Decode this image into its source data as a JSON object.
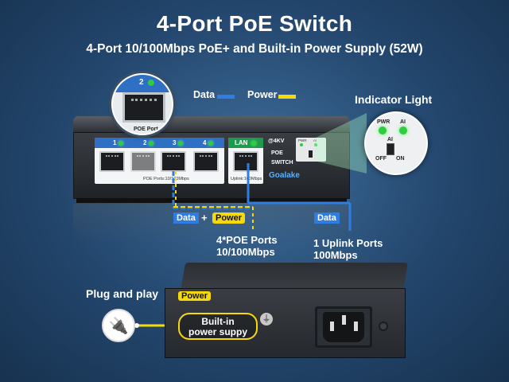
{
  "header": {
    "title": "4-Port PoE Switch",
    "subtitle": "4-Port 10/100Mbps PoE+ and Built-in Power Supply (52W)"
  },
  "legend": {
    "data_label": "Data",
    "power_label": "Power",
    "data_color": "#2f7de1",
    "power_color": "#f5d90a"
  },
  "switch": {
    "magnifier_port_number": "2",
    "magnifier_caption": "POE Port",
    "poe_ports": [
      "1",
      "2",
      "3",
      "4"
    ],
    "poe_caption": "POE Ports:10/100Mbps",
    "lan_label": "LAN",
    "lan_caption": "Uplink:100Mbps",
    "kv_label": "@4KV",
    "poe_label": "POE",
    "switch_label": "SWITCH",
    "pwr_small": "PWR",
    "ai_small": "AI",
    "brand": "Goalake"
  },
  "indicator": {
    "title": "Indicator Light",
    "pwr": "PWR",
    "ai": "AI",
    "dip_label": "AI",
    "off": "OFF",
    "on": "ON"
  },
  "annotations": {
    "data_badge": "Data",
    "plus": "+",
    "power_badge": "Power",
    "uplink_data_badge": "Data",
    "poe_ports_line1": "4*POE Ports",
    "poe_ports_line2": "10/100Mbps",
    "uplink_line1": "1 Uplink Ports",
    "uplink_line2": "100Mbps"
  },
  "back": {
    "plug_and_play": "Plug and play",
    "power_tag": "Power",
    "builtin_line1": "Built-in",
    "builtin_line2": "power suppy"
  }
}
